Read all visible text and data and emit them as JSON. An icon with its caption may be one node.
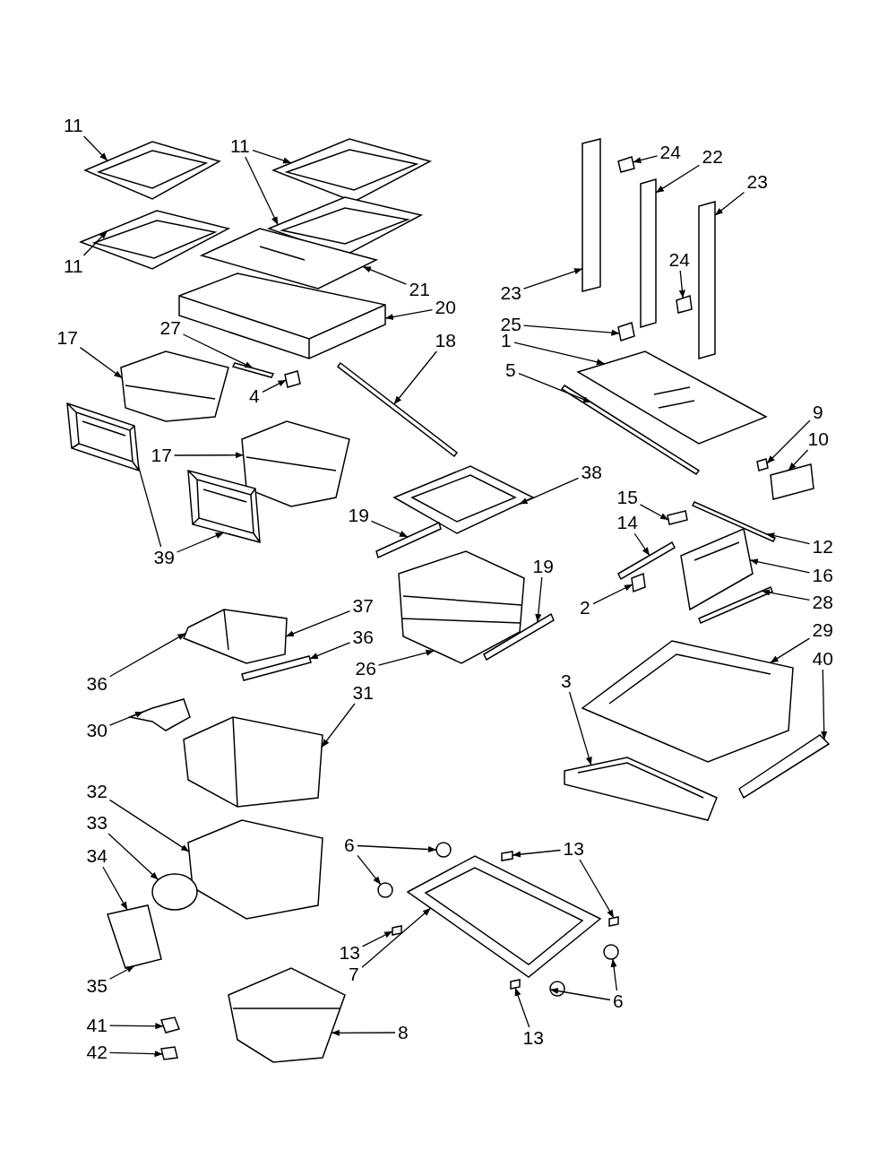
{
  "diagram": {
    "nodes": [
      {
        "text": [
          "11"
        ]
      },
      {
        "text": [
          "11"
        ]
      },
      {
        "text": [
          "11"
        ]
      },
      {
        "text": [
          "21"
        ]
      },
      {
        "text": [
          "20"
        ]
      },
      {
        "text": [
          "27"
        ]
      },
      {
        "text": [
          "17"
        ]
      },
      {
        "text": [
          "18"
        ]
      },
      {
        "text": [
          "4"
        ]
      },
      {
        "text": [
          "17"
        ]
      },
      {
        "text": [
          "39"
        ]
      },
      {
        "text": [
          "38"
        ]
      },
      {
        "text": [
          "19"
        ]
      },
      {
        "text": [
          "19"
        ]
      },
      {
        "text": [
          "37"
        ]
      },
      {
        "text": [
          "36"
        ]
      },
      {
        "text": [
          "36"
        ]
      },
      {
        "text": [
          "26"
        ]
      },
      {
        "text": [
          "30"
        ]
      },
      {
        "text": [
          "31"
        ]
      },
      {
        "text": [
          "32"
        ]
      },
      {
        "text": [
          "33"
        ]
      },
      {
        "text": [
          "34"
        ]
      },
      {
        "text": [
          "35"
        ]
      },
      {
        "text": [
          "41"
        ]
      },
      {
        "text": [
          "42"
        ]
      },
      {
        "text": [
          "8"
        ]
      },
      {
        "text": [
          "6"
        ]
      },
      {
        "text": [
          "13"
        ]
      },
      {
        "text": [
          "13"
        ]
      },
      {
        "text": [
          "7"
        ]
      },
      {
        "text": [
          "6"
        ]
      },
      {
        "text": [
          "13"
        ]
      },
      {
        "text": [
          "24"
        ]
      },
      {
        "text": [
          "22"
        ]
      },
      {
        "text": [
          "23"
        ]
      },
      {
        "text": [
          "23"
        ]
      },
      {
        "text": [
          "24"
        ]
      },
      {
        "text": [
          "25"
        ]
      },
      {
        "text": [
          "1"
        ]
      },
      {
        "text": [
          "5"
        ]
      },
      {
        "text": [
          "9"
        ]
      },
      {
        "text": [
          "10"
        ]
      },
      {
        "text": [
          "15"
        ]
      },
      {
        "text": [
          "14"
        ]
      },
      {
        "text": [
          "12"
        ]
      },
      {
        "text": [
          "16"
        ]
      },
      {
        "text": [
          "28"
        ]
      },
      {
        "text": [
          "2"
        ]
      },
      {
        "text": [
          "29"
        ]
      },
      {
        "text": [
          "40"
        ]
      },
      {
        "text": [
          "3"
        ]
      },
      {
        "text": [],
        "shape": "picture"
      },
      {
        "text": [],
        "shape": "picture"
      },
      {
        "text": [],
        "shape": "picture"
      },
      {
        "text": [],
        "shape": "picture"
      },
      {
        "text": [],
        "shape": "picture"
      },
      {
        "text": [],
        "shape": "picture"
      },
      {
        "text": [],
        "shape": "box"
      },
      {
        "text": [],
        "shape": "picture"
      },
      {
        "text": [],
        "shape": "box"
      },
      {
        "text": [],
        "shape": "box"
      },
      {
        "text": [],
        "shape": "picture"
      },
      {
        "text": [],
        "shape": "picture"
      },
      {
        "text": [],
        "shape": "picture"
      },
      {
        "text": [],
        "shape": "picture"
      },
      {
        "text": [],
        "shape": "box"
      },
      {
        "text": [],
        "shape": "box"
      },
      {
        "text": [],
        "shape": "picture"
      },
      {
        "text": [],
        "shape": "box"
      },
      {
        "text": [],
        "shape": "picture"
      },
      {
        "text": [],
        "shape": "box"
      },
      {
        "text": [],
        "shape": "picture"
      },
      {
        "text": [],
        "shape": "box"
      },
      {
        "text": [],
        "shape": "circle"
      },
      {
        "text": [],
        "shape": "box"
      },
      {
        "text": [],
        "shape": "box"
      },
      {
        "text": [],
        "shape": "box"
      },
      {
        "text": [],
        "shape": "picture"
      },
      {
        "text": [],
        "shape": "circle"
      },
      {
        "text": [],
        "shape": "circle"
      },
      {
        "text": [],
        "shape": "box"
      },
      {
        "text": [],
        "shape": "box"
      },
      {
        "text": [],
        "shape": "box"
      },
      {
        "text": [],
        "shape": "picture"
      },
      {
        "text": [],
        "shape": "circle"
      },
      {
        "text": [],
        "shape": "circle"
      },
      {
        "text": [],
        "shape": "box"
      },
      {
        "text": [],
        "shape": "box"
      },
      {
        "text": [],
        "shape": "box"
      },
      {
        "text": [],
        "shape": "box"
      },
      {
        "text": [],
        "shape": "box"
      },
      {
        "text": [],
        "shape": "box"
      },
      {
        "text": [],
        "shape": "box"
      },
      {
        "text": [],
        "shape": "picture"
      },
      {
        "text": [],
        "shape": "box"
      },
      {
        "text": [],
        "shape": "box"
      },
      {
        "text": [],
        "shape": "box"
      },
      {
        "text": [],
        "shape": "box"
      },
      {
        "text": [],
        "shape": "box"
      },
      {
        "text": [],
        "shape": "box"
      },
      {
        "text": [],
        "shape": "picture"
      },
      {
        "text": [],
        "shape": "box"
      },
      {
        "text": [],
        "shape": "box"
      },
      {
        "text": [],
        "shape": "picture"
      },
      {
        "text": [],
        "shape": "box"
      },
      {
        "text": [],
        "shape": "picture"
      }
    ],
    "edges": [
      {
        "from": 0,
        "to": 52,
        "arrow": "to"
      },
      {
        "from": 1,
        "to": 53,
        "arrow": "to"
      },
      {
        "from": 1,
        "to": 55,
        "arrow": "to"
      },
      {
        "from": 2,
        "to": 54,
        "arrow": "to"
      },
      {
        "from": 3,
        "to": 56,
        "arrow": "to"
      },
      {
        "from": 4,
        "to": 57,
        "arrow": "to"
      },
      {
        "from": 5,
        "to": 58,
        "arrow": "to"
      },
      {
        "from": 6,
        "to": 59,
        "arrow": "to"
      },
      {
        "from": 7,
        "to": 60,
        "arrow": "to"
      },
      {
        "from": 8,
        "to": 61,
        "arrow": "to"
      },
      {
        "from": 9,
        "to": 62,
        "arrow": "to"
      },
      {
        "from": 10,
        "to": 63,
        "arrow": "none"
      },
      {
        "from": 10,
        "to": 64,
        "arrow": "to"
      },
      {
        "from": 11,
        "to": 65,
        "arrow": "to"
      },
      {
        "from": 12,
        "to": 66,
        "arrow": "to"
      },
      {
        "from": 13,
        "to": 67,
        "arrow": "to"
      },
      {
        "from": 14,
        "to": 68,
        "arrow": "to"
      },
      {
        "from": 15,
        "to": 69,
        "arrow": "to"
      },
      {
        "from": 16,
        "to": 68,
        "arrow": "to"
      },
      {
        "from": 17,
        "to": 70,
        "arrow": "to"
      },
      {
        "from": 18,
        "to": 71,
        "arrow": "to"
      },
      {
        "from": 19,
        "to": 72,
        "arrow": "to"
      },
      {
        "from": 20,
        "to": 73,
        "arrow": "to"
      },
      {
        "from": 21,
        "to": 74,
        "arrow": "to"
      },
      {
        "from": 22,
        "to": 75,
        "arrow": "to"
      },
      {
        "from": 23,
        "to": 75,
        "arrow": "to"
      },
      {
        "from": 24,
        "to": 76,
        "arrow": "to"
      },
      {
        "from": 25,
        "to": 77,
        "arrow": "to"
      },
      {
        "from": 26,
        "to": 78,
        "arrow": "to"
      },
      {
        "from": 27,
        "to": 79,
        "arrow": "to"
      },
      {
        "from": 27,
        "to": 80,
        "arrow": "to"
      },
      {
        "from": 28,
        "to": 81,
        "arrow": "to"
      },
      {
        "from": 28,
        "to": 82,
        "arrow": "to"
      },
      {
        "from": 29,
        "to": 83,
        "arrow": "to"
      },
      {
        "from": 30,
        "to": 84,
        "arrow": "to"
      },
      {
        "from": 31,
        "to": 85,
        "arrow": "to"
      },
      {
        "from": 31,
        "to": 86,
        "arrow": "to"
      },
      {
        "from": 32,
        "to": 87,
        "arrow": "to"
      },
      {
        "from": 33,
        "to": 88,
        "arrow": "to"
      },
      {
        "from": 34,
        "to": 89,
        "arrow": "to"
      },
      {
        "from": 35,
        "to": 90,
        "arrow": "to"
      },
      {
        "from": 36,
        "to": 91,
        "arrow": "to"
      },
      {
        "from": 37,
        "to": 92,
        "arrow": "to"
      },
      {
        "from": 38,
        "to": 93,
        "arrow": "to"
      },
      {
        "from": 39,
        "to": 94,
        "arrow": "to"
      },
      {
        "from": 40,
        "to": 95,
        "arrow": "to"
      },
      {
        "from": 41,
        "to": 96,
        "arrow": "to"
      },
      {
        "from": 42,
        "to": 97,
        "arrow": "to"
      },
      {
        "from": 43,
        "to": 98,
        "arrow": "to"
      },
      {
        "from": 44,
        "to": 99,
        "arrow": "to"
      },
      {
        "from": 45,
        "to": 100,
        "arrow": "to"
      },
      {
        "from": 46,
        "to": 101,
        "arrow": "to"
      },
      {
        "from": 47,
        "to": 102,
        "arrow": "to"
      },
      {
        "from": 48,
        "to": 103,
        "arrow": "to"
      },
      {
        "from": 49,
        "to": 104,
        "arrow": "to"
      },
      {
        "from": 50,
        "to": 105,
        "arrow": "to"
      },
      {
        "from": 51,
        "to": 106,
        "arrow": "to"
      }
    ]
  }
}
